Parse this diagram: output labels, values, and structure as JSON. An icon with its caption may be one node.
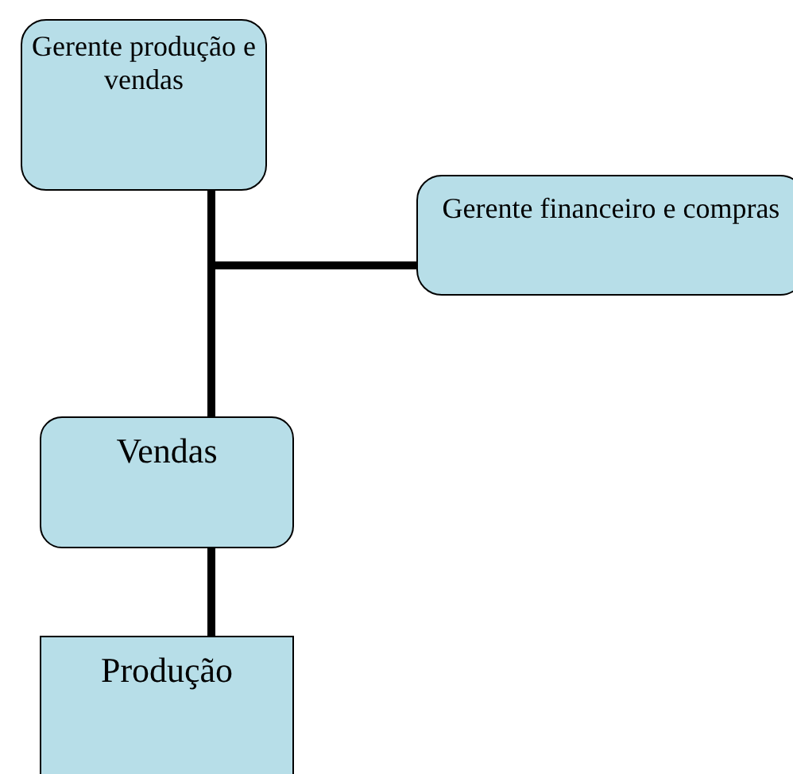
{
  "diagram": {
    "nodes": [
      {
        "text": [
          "Gerente produção e vendas"
        ]
      },
      {
        "text": [
          "Gerente financeiro e compras"
        ]
      },
      {
        "text": [
          "Vendas"
        ]
      },
      {
        "text": [
          "Produção"
        ]
      }
    ],
    "edges": [
      {
        "from": 0,
        "to": 2,
        "arrow": "none"
      },
      {
        "from": 0,
        "to": 1,
        "arrow": "none"
      },
      {
        "from": 2,
        "to": 3,
        "arrow": "none"
      }
    ]
  }
}
